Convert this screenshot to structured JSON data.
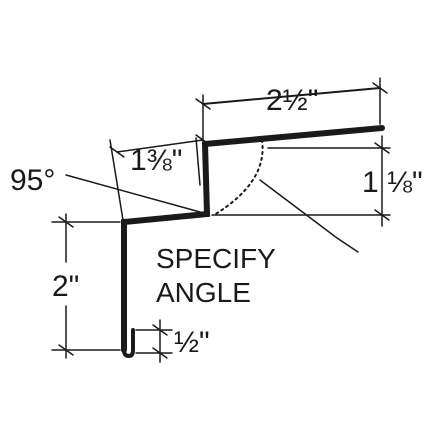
{
  "diagram": {
    "labels": {
      "top_width": "2½\"",
      "top_return": "1⅜\"",
      "angle_degrees": "95°",
      "right_drop": "1 ⅛\"",
      "callout_line1": "SPECIFY",
      "callout_line2": "ANGLE",
      "left_height": "2\"",
      "hem": "½\""
    },
    "colors": {
      "stroke": "#1a1a1a",
      "background": "#ffffff"
    }
  }
}
